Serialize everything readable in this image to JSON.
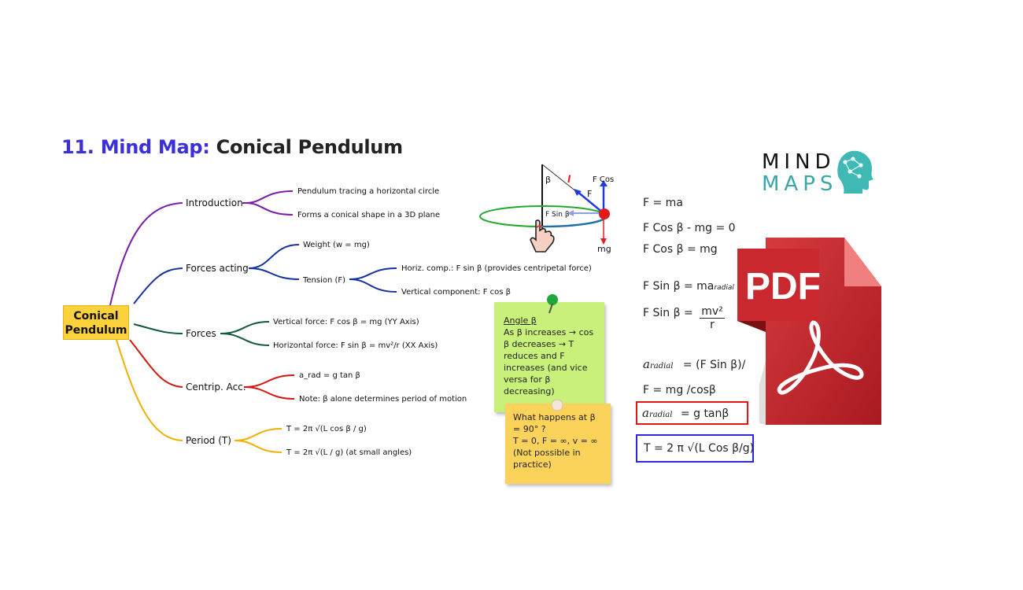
{
  "title": {
    "number": "11.",
    "prefix": "Mind Map:",
    "topic": "Conical Pendulum"
  },
  "center_node": {
    "line1": "Conical",
    "line2": "Pendulum"
  },
  "branches": [
    {
      "label": "Introduction",
      "color": "#7a1fa8",
      "leaves": [
        "Pendulum tracing a horizontal circle",
        "Forms a conical shape in a 3D plane"
      ]
    },
    {
      "label": "Forces acting",
      "color": "#1432a0",
      "leaves": [
        "Weight (w = mg)",
        "Tension (F)"
      ],
      "sub_leaves": [
        "Horiz. comp.: F sin β (provides centripetal force)",
        "Vertical component: F cos β"
      ]
    },
    {
      "label": "Forces",
      "color": "#0e5a3a",
      "leaves": [
        "Vertical force: F cos β = mg    (YY Axis)",
        "Horizontal force: F sin β = mv²/r     (XX Axis)"
      ]
    },
    {
      "label": "Centrip. Acc.",
      "color": "#d01a10",
      "leaves": [
        "a_rad = g tan β",
        "Note: β alone determines period of motion"
      ]
    },
    {
      "label": "Period (T)",
      "color": "#f0b000",
      "leaves": [
        "T = 2π √(L cos β / g)",
        "T = 2π √(L / g)    (at small angles)"
      ]
    }
  ],
  "diagram": {
    "beta": "β",
    "l": "l",
    "fcos": "F Cos",
    "f": "F",
    "fsin": "F Sin β",
    "mg": "mg"
  },
  "note1": {
    "heading": "Angle β",
    "body": "As β increases → cos β decreases → T reduces and F increases (and vice versa for β decreasing)"
  },
  "note2": {
    "body1": "What happens at  β = 90° ?",
    "body2": "T = 0, F = ∞,  v = ∞",
    "body3": "(Not possible in practice)"
  },
  "formulas": {
    "f1": "F = ma",
    "f2": "F Cos β - mg = 0",
    "f3": "F Cos β  =  mg",
    "f4a": "F Sin β  =  ma",
    "f4b": "radial",
    "f5a": "F Sin β  =",
    "f5num": "mv²",
    "f5den": "r",
    "f6a": "a",
    "f6sub": "radial",
    "f6b": "=     (F Sin β)/",
    "f7": "F = mg /cosβ",
    "f8a": "a",
    "f8sub": "radial",
    "f8b": "=     g tanβ",
    "f9": "T = 2 π  √(L Cos β/g)"
  },
  "logo": {
    "line1": "MIND",
    "line2": "MAPS"
  },
  "pdf_label": "PDF",
  "colors": {
    "title_accent": "#3a2fd9",
    "center": "#fcd23c",
    "note_green": "#c8f07a",
    "note_yellow": "#fcd35a",
    "pdf_red": "#c8282e",
    "logo_teal": "#3aa7a6"
  }
}
